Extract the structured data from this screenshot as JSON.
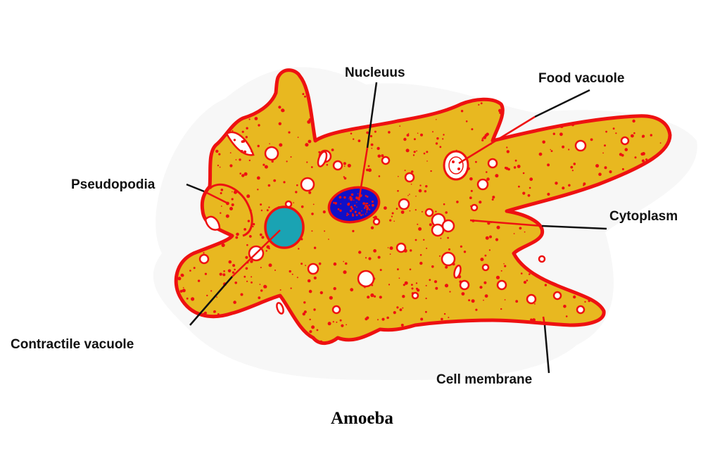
{
  "labels": {
    "nucleus": "Nucleuus",
    "food_vacuole": "Food vacuole",
    "pseudopodia": "Pseudopodia",
    "cytoplasm": "Cytoplasm",
    "contractile_vacuole": "Contractile vacuole",
    "cell_membrane": "Cell membrane"
  },
  "caption": "Amoeba",
  "colors": {
    "cytoplasm": "#e8b820",
    "membrane": "#ee1111",
    "nucleus": "#1010c8",
    "contractile_vacuole": "#1aa3b3",
    "leader_line": "#111111"
  }
}
